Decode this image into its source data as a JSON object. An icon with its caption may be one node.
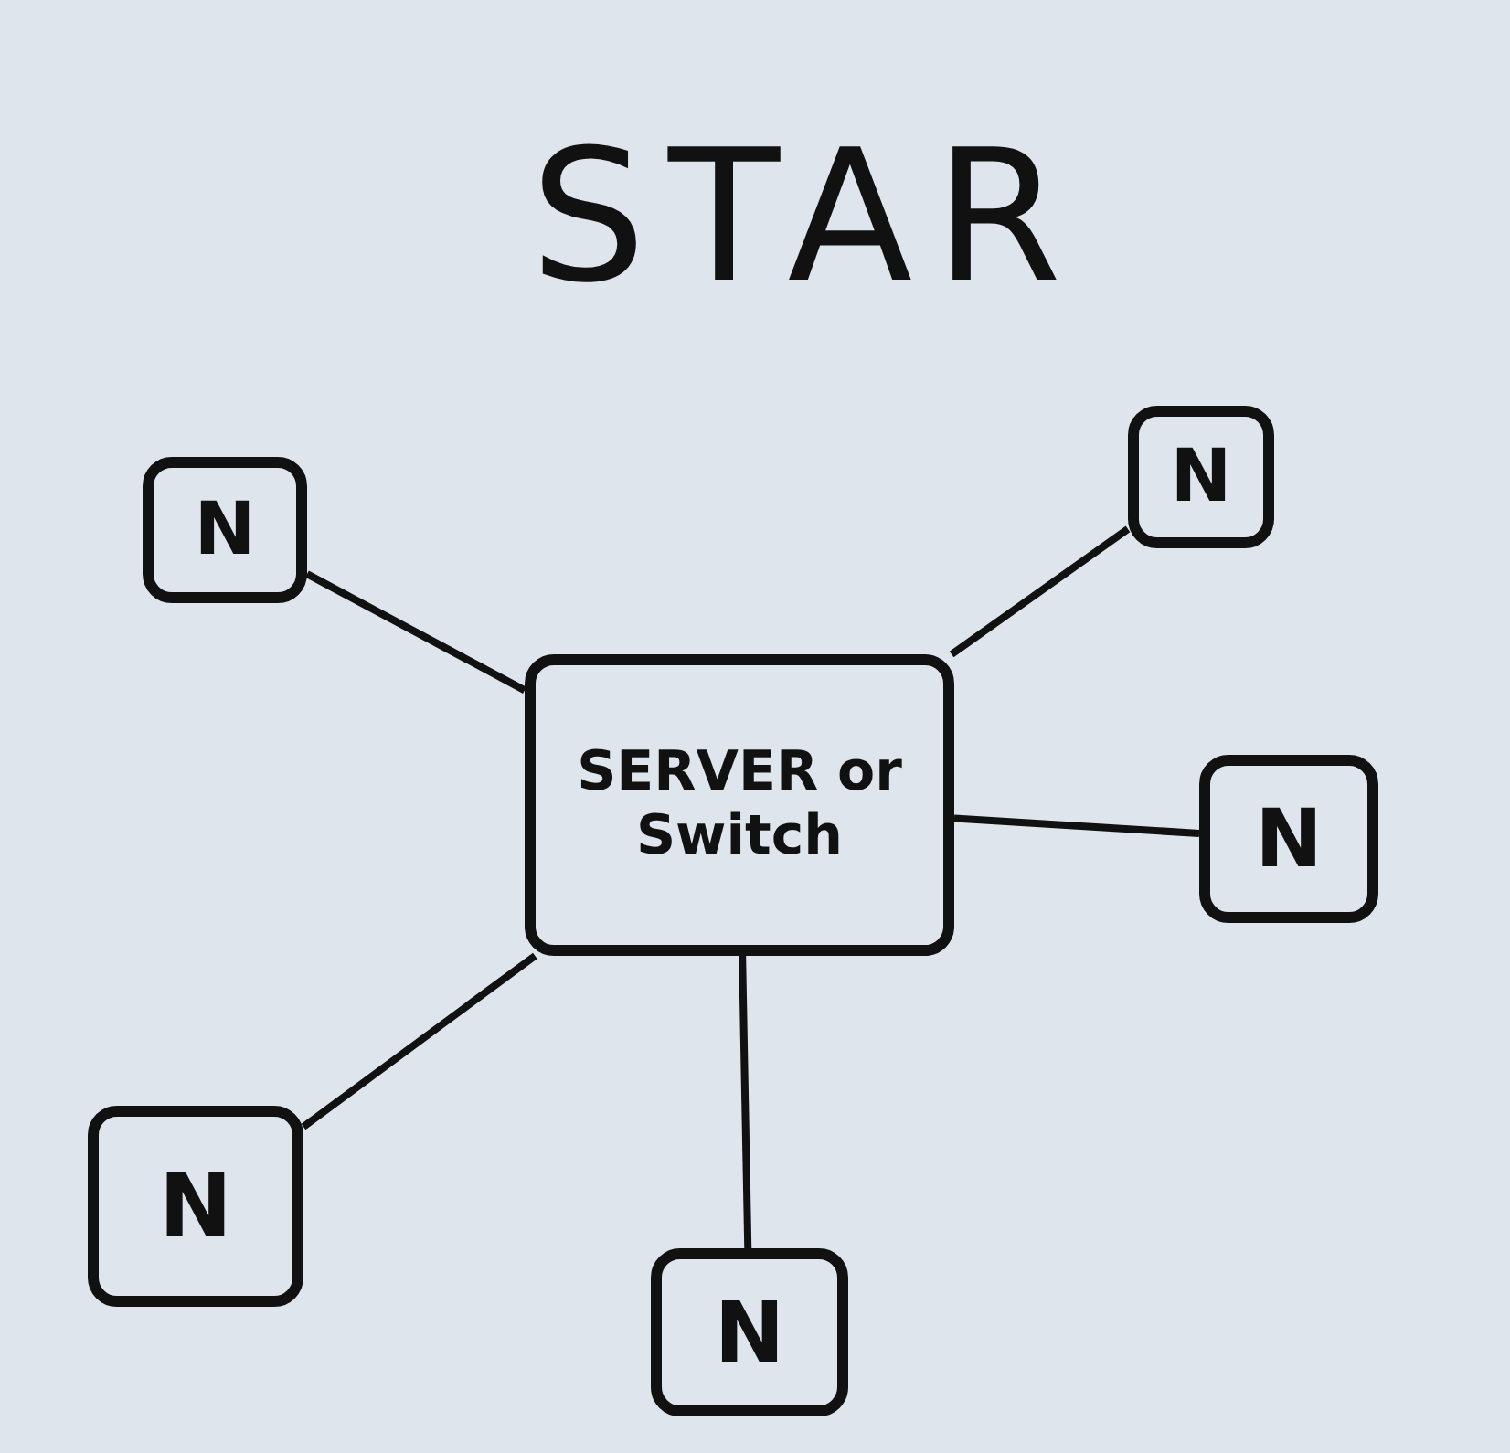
{
  "diagram": {
    "title": "STAR",
    "nodes": [
      {
        "text": [
          "SERVER or Switch"
        ]
      },
      {
        "text": [
          "N"
        ]
      },
      {
        "text": [
          "N"
        ]
      },
      {
        "text": [
          "N"
        ]
      },
      {
        "text": [
          "N"
        ]
      },
      {
        "text": [
          "N"
        ]
      }
    ],
    "edges": [
      {
        "from": 0,
        "to": 1,
        "arrow": "none"
      },
      {
        "from": 0,
        "to": 2,
        "arrow": "none"
      },
      {
        "from": 0,
        "to": 3,
        "arrow": "none"
      },
      {
        "from": 0,
        "to": 4,
        "arrow": "none"
      },
      {
        "from": 0,
        "to": 5,
        "arrow": "none"
      }
    ]
  }
}
